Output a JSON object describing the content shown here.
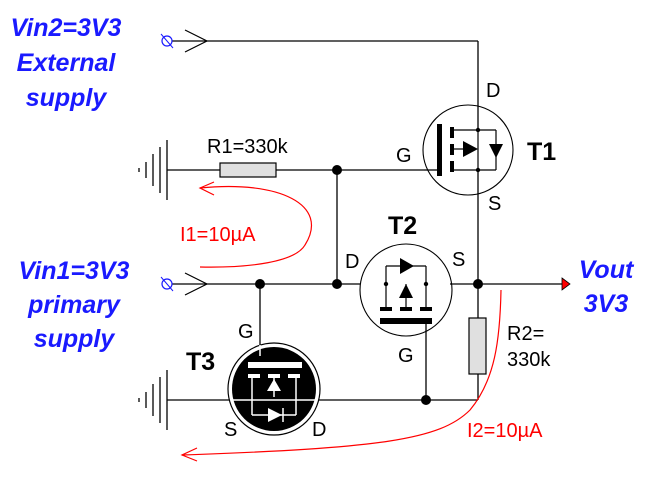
{
  "supplies": {
    "vin2": {
      "line1": "Vin2=3V3",
      "line2": "External",
      "line3": "supply"
    },
    "vin1": {
      "line1": "Vin1=3V3",
      "line2": "primary",
      "line3": "supply"
    },
    "vout": {
      "line1": "Vout",
      "line2": "3V3"
    }
  },
  "components": {
    "r1": {
      "label": "R1=330k"
    },
    "r2": {
      "line1": "R2=",
      "line2": "330k"
    }
  },
  "transistors": {
    "t1": {
      "name": "T1",
      "pins": {
        "d": "D",
        "g": "G",
        "s": "S"
      }
    },
    "t2": {
      "name": "T2",
      "pins": {
        "d": "D",
        "g": "G",
        "s": "S"
      }
    },
    "t3": {
      "name": "T3",
      "pins": {
        "d": "D",
        "g": "G",
        "s": "S"
      }
    }
  },
  "currents": {
    "i1": "I1=10µA",
    "i2": "I2=10µA"
  },
  "colors": {
    "label_blue": "#1a1aff",
    "current_red": "#ff0000",
    "resistor_fill": "#e0e0e0",
    "output_arrow": "#ff0000"
  }
}
